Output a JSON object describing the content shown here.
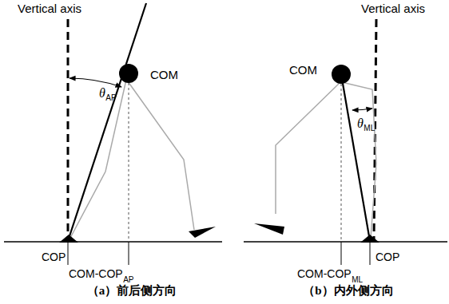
{
  "diagram": {
    "labels": [
      "Vertical axis",
      "COM",
      "θ",
      "AP",
      "COP",
      "COM-COP",
      "AP",
      "（a）前后侧方向",
      "Vertical axis",
      "COM",
      "θ",
      "ML",
      "COM-COP",
      "ML",
      "COP",
      "（b）内外侧方向"
    ]
  }
}
